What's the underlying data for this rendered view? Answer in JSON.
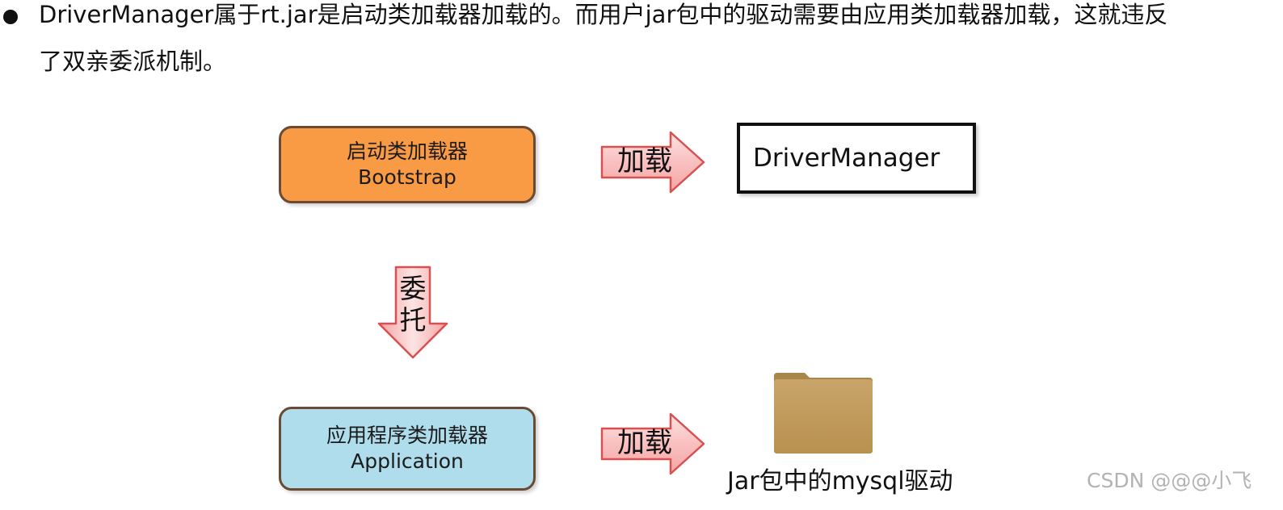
{
  "bullet": {
    "line1": "DriverManager属于rt.jar是启动类加载器加载的。而用户jar包中的驱动需要由应用类加载器加载，这就违反",
    "line2": "了双亲委派机制。"
  },
  "nodes": {
    "bootstrap": {
      "title": "启动类加载器",
      "subtitle": "Bootstrap",
      "color": "#f99b45"
    },
    "application": {
      "title": "应用程序类加载器",
      "subtitle": "Application",
      "color": "#b0ddec"
    }
  },
  "arrows": {
    "load_top": "加载",
    "load_bottom": "加载",
    "delegate_line1": "委",
    "delegate_line2": "托"
  },
  "targets": {
    "driver_manager": "DriverManager",
    "jar_caption": "Jar包中的mysql驱动",
    "folder_icon": "folder-icon"
  },
  "watermark": "CSDN @@@小飞"
}
